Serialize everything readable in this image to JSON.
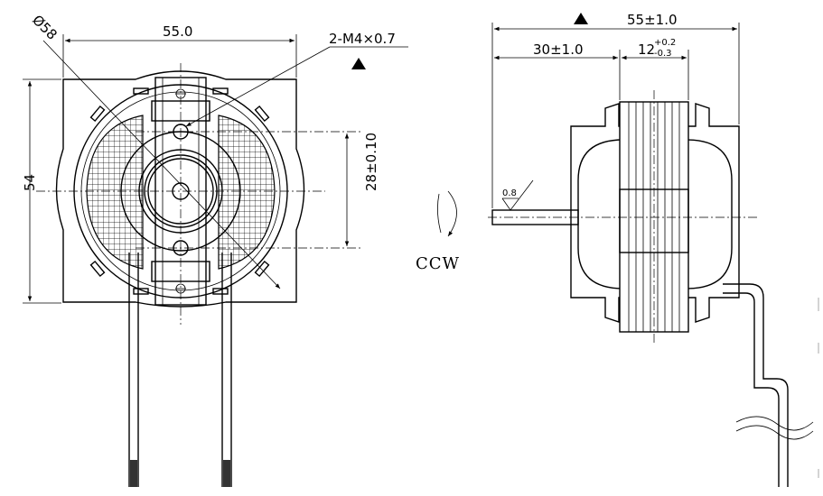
{
  "front_view": {
    "dia_label": "Ø58",
    "width_label": "55.0",
    "height_label": "54",
    "hole_spacing_label": "28±0.10",
    "thread_label": "2-M4×0.7"
  },
  "side_view": {
    "overall_label": "55±1.0",
    "shaft_label": "30±1.0",
    "stack_base": "12",
    "stack_tol_plus": "+0.2",
    "stack_tol_minus": "-0.3",
    "surface_label": "0.8",
    "rotation_label": "CCW"
  }
}
